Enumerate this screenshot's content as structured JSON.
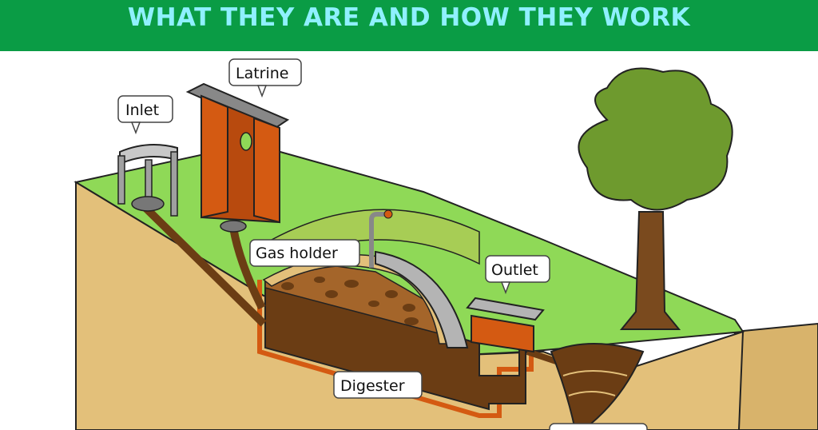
{
  "header": {
    "title": "WHAT THEY ARE AND HOW THEY WORK",
    "background_color": "#0a9c45",
    "title_color": "#8ff0ff"
  },
  "diagram": {
    "labels": {
      "inlet": "Inlet",
      "latrine": "Latrine",
      "gas_holder": "Gas holder",
      "outlet": "Outlet",
      "digester": "Digester"
    },
    "colors": {
      "grass": "#8fd957",
      "soil": "#e3c07a",
      "digester_wall": "#6b3d14",
      "latrine": "#d45a12",
      "gas_holder": "#b4b4b4",
      "tree_foliage": "#6e9a2e",
      "tree_trunk": "#7a4a1e"
    }
  }
}
